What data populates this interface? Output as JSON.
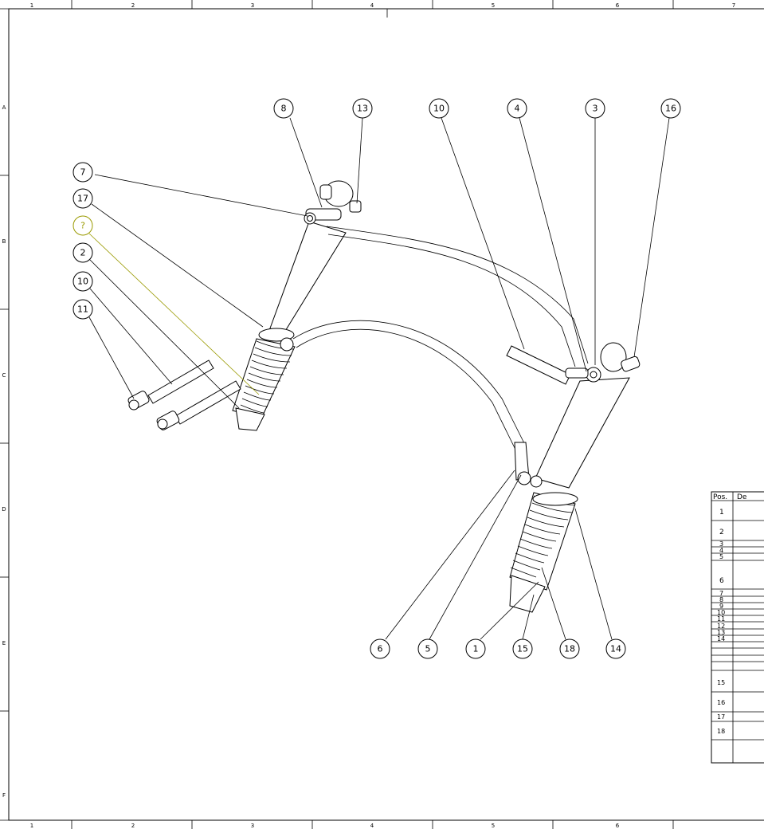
{
  "zone_columns": [
    "1",
    "2",
    "3",
    "4",
    "5",
    "6",
    "7"
  ],
  "zone_rows": [
    "A",
    "B",
    "C",
    "D",
    "E",
    "F"
  ],
  "balloons": [
    {
      "id": "b7",
      "label": "7"
    },
    {
      "id": "b17",
      "label": "17"
    },
    {
      "id": "bq",
      "label": "?",
      "highlight": "#9a9a00"
    },
    {
      "id": "b2",
      "label": "2"
    },
    {
      "id": "b10a",
      "label": "10"
    },
    {
      "id": "b11",
      "label": "11"
    },
    {
      "id": "b8",
      "label": "8"
    },
    {
      "id": "b13",
      "label": "13"
    },
    {
      "id": "b10b",
      "label": "10"
    },
    {
      "id": "b4",
      "label": "4"
    },
    {
      "id": "b3",
      "label": "3"
    },
    {
      "id": "b16",
      "label": "16"
    },
    {
      "id": "b6",
      "label": "6"
    },
    {
      "id": "b5",
      "label": "5"
    },
    {
      "id": "b1",
      "label": "1"
    },
    {
      "id": "b15",
      "label": "15"
    },
    {
      "id": "b18",
      "label": "18"
    },
    {
      "id": "b14",
      "label": "14"
    }
  ],
  "bom": {
    "headers": [
      "Pos.",
      "De"
    ],
    "positions": [
      "1",
      "2",
      "3",
      "4",
      "5",
      "6",
      "7",
      "8",
      "9",
      "10",
      "11",
      "12",
      "13",
      "14",
      "15",
      "16",
      "17",
      "18"
    ]
  }
}
